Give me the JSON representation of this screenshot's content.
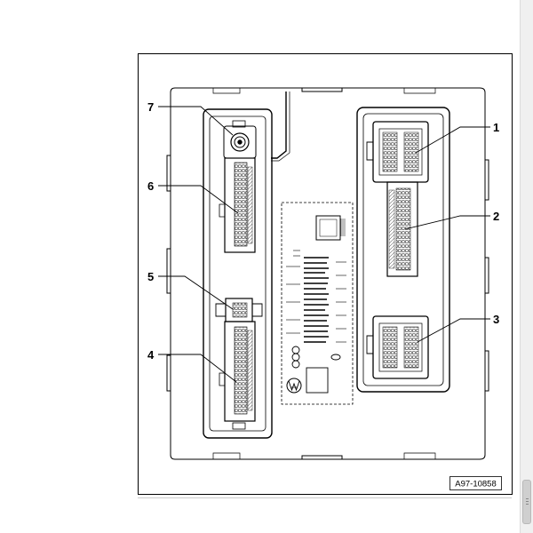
{
  "figure": {
    "reference_label": "A97-10858",
    "callouts": [
      "1",
      "2",
      "3",
      "4",
      "5",
      "6",
      "7"
    ],
    "line_color": "#000000",
    "background_color": "#ffffff"
  }
}
